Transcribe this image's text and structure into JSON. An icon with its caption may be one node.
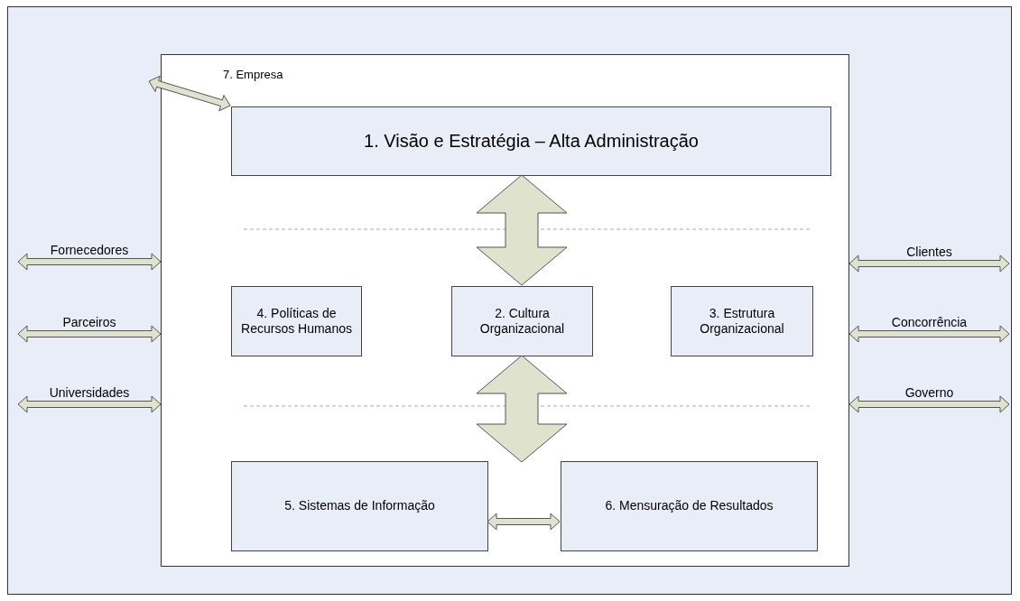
{
  "diagram": {
    "nodes": [
      {
        "text": [
          "7. Empresa"
        ]
      },
      {
        "text": [
          "1. Visão e Estratégia – Alta Administração"
        ],
        "in": 0
      },
      {
        "text": [
          "4. Políticas de Recursos Humanos"
        ],
        "in": 0
      },
      {
        "text": [
          "2. Cultura Organizacional"
        ],
        "in": 0
      },
      {
        "text": [
          "3. Estrutura Organizacional"
        ],
        "in": 0
      },
      {
        "text": [
          "5. Sistemas de Informação"
        ],
        "in": 0
      },
      {
        "text": [
          "6. Mensuração de Resultados"
        ],
        "in": 0
      }
    ],
    "edges": [
      {
        "from": null,
        "to": 1,
        "arrow": "both"
      },
      {
        "from": 1,
        "to": 3,
        "arrow": "both",
        "style": "thick"
      },
      {
        "from": 3,
        "to": null,
        "arrow": "both",
        "style": "thick"
      },
      {
        "from": 5,
        "to": 6,
        "arrow": "both"
      },
      {
        "from": null,
        "to": 0,
        "arrow": "both",
        "label": "Fornecedores"
      },
      {
        "from": null,
        "to": 0,
        "arrow": "both",
        "label": "Parceiros"
      },
      {
        "from": null,
        "to": 0,
        "arrow": "both",
        "label": "Universidades"
      },
      {
        "from": 0,
        "to": null,
        "arrow": "both",
        "label": "Clientes"
      },
      {
        "from": 0,
        "to": null,
        "arrow": "both",
        "label": "Concorrência"
      },
      {
        "from": 0,
        "to": null,
        "arrow": "both",
        "label": "Governo"
      }
    ]
  }
}
